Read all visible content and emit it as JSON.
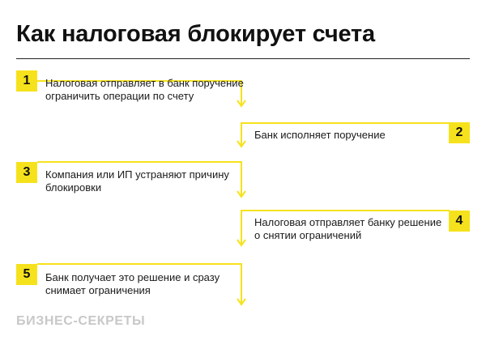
{
  "title": "Как налоговая блокирует счета",
  "steps": [
    {
      "num": "1",
      "text_line1": "Налоговая отправляет в банк поручение",
      "text_line2": "ограничить операции по счету",
      "side": "left"
    },
    {
      "num": "2",
      "text_line1": "Банк исполняет поручение",
      "text_line2": "",
      "side": "right"
    },
    {
      "num": "3",
      "text_line1": "Компания или ИП устраняют причину",
      "text_line2": "блокировки",
      "side": "left"
    },
    {
      "num": "4",
      "text_line1": "Налоговая отправляет банку решение",
      "text_line2": "о снятии ограничений",
      "side": "right"
    },
    {
      "num": "5",
      "text_line1": "Банк получает это решение и сразу",
      "text_line2": "снимает ограничения",
      "side": "left"
    }
  ],
  "brand": "БИЗНЕС-СЕКРЕТЫ",
  "colors": {
    "accent": "#f6e21c",
    "text": "#1a1a1a",
    "brand": "#c8c8c8"
  }
}
